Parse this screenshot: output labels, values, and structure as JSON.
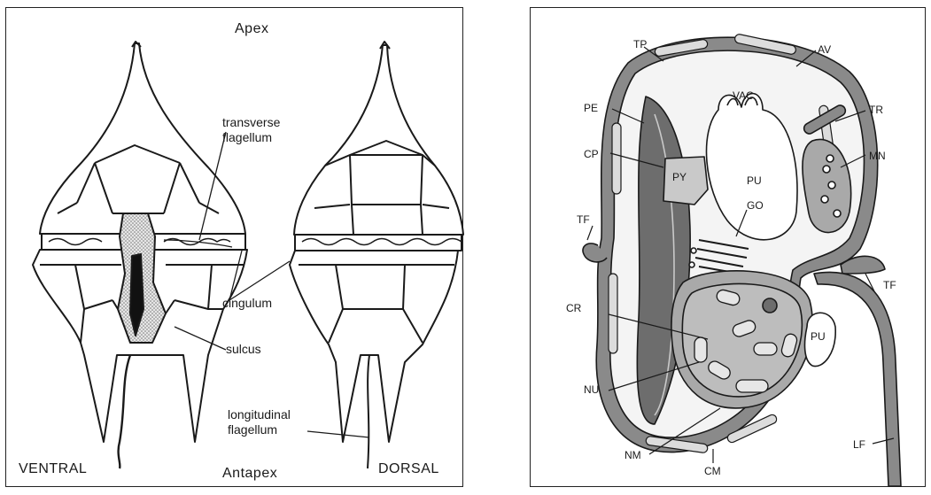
{
  "left_panel": {
    "apex": "Apex",
    "antapex": "Antapex",
    "ventral": "VENTRAL",
    "dorsal": "DORSAL",
    "transverse_flagellum": [
      "transverse",
      "flagellum"
    ],
    "cingulum": "cingulum",
    "sulcus": "sulcus",
    "longitudinal_flagellum": [
      "longitudinal",
      "flagellum"
    ]
  },
  "right_panel": {
    "labels": {
      "TP": "TP",
      "AV": "AV",
      "VAC": "VAC",
      "TR": "TR",
      "PE": "PE",
      "MN": "MN",
      "CP": "CP",
      "PY": "PY",
      "PU_top": "PU",
      "GO": "GO",
      "TF_left": "TF",
      "TF_right": "TF",
      "CR": "CR",
      "PU_bottom": "PU",
      "NU": "NU",
      "NM": "NM",
      "CM": "CM",
      "LF": "LF"
    }
  },
  "colors": {
    "line": "#1a1a1a",
    "membrane": "#8a8a8a",
    "membrane_dark": "#6d6d6d",
    "stipple": "#c9c9c9",
    "nucleus": "#a9a9a9"
  }
}
